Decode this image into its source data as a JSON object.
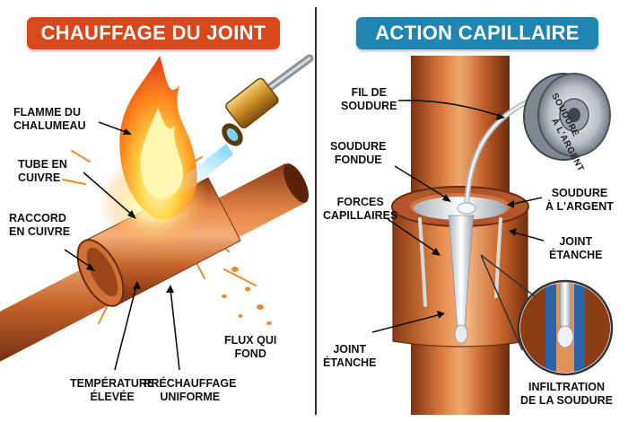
{
  "banners": {
    "left": "CHAUFFAGE DU JOINT",
    "right": "ACTION CAPILLAIRE"
  },
  "labels_left": {
    "flame": "FLAMME DU\nCHALUMEAU",
    "tube": "TUBE EN\nCUIVRE",
    "fitting": "RACCORD\nEN CUIVRE",
    "flux": "FLUX QUI\nFOND",
    "temperature": "TEMPÉRATURE\nÉLEVÉE",
    "preheat": "PRÉCHAUFFAGE\nUNIFORME"
  },
  "labels_right": {
    "wire": "FIL DE\nSOUDURE",
    "molten": "SOUDURE\nFONDUE",
    "capillary": "FORCES\nCAPILLAIRES",
    "silver": "SOUDURE\nÀ L'ARGENT",
    "sealed_right": "JOINT\nÉTANCHE",
    "sealed_left": "JOINT\nÉTANCHE",
    "infiltration": "INFILTRATION\nDE LA SOUDURE"
  },
  "spool": {
    "line1": "SOUDURE",
    "line2": "À L'ARGENT"
  },
  "colors": {
    "left_banner": "#d9471c",
    "right_banner": "#1f86b2",
    "copper": "#c8652c",
    "solder": "#e4e7ea"
  }
}
